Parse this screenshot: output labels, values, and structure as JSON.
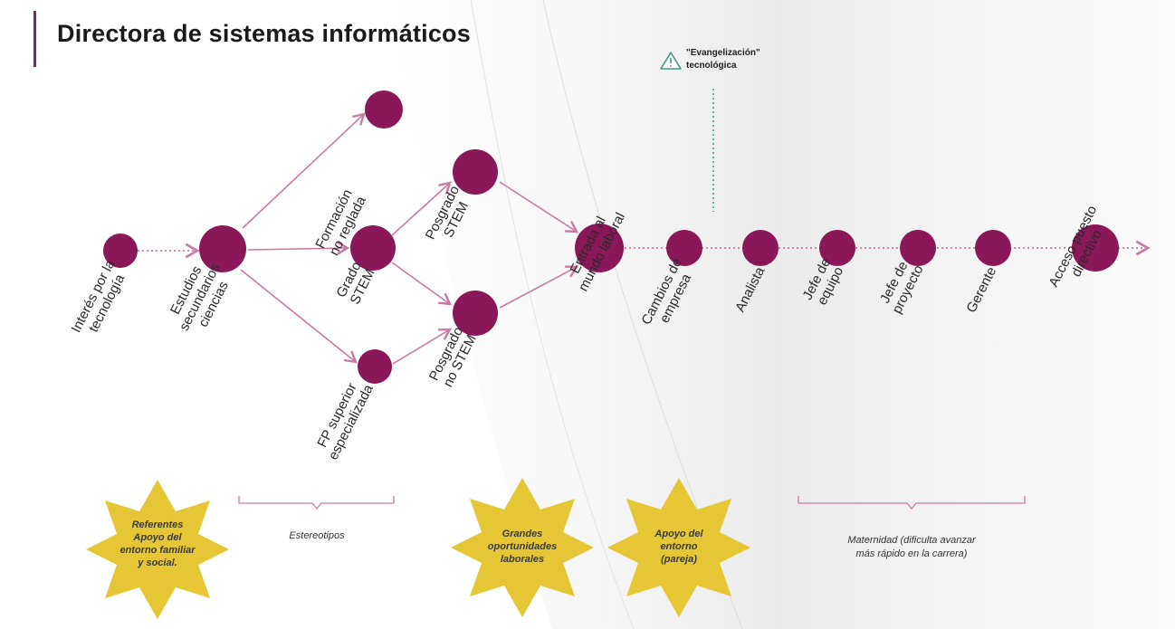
{
  "title": "Directora de sistemas informáticos",
  "colors": {
    "node": "#8a1758",
    "accent": "#8e1e5e",
    "star": "#e5c634",
    "edge": "#c77aa4"
  },
  "nodes": {
    "interes": "Interés por la\ntecnología",
    "estudios": "Estudios\nsecundarios\nciencias",
    "formacion": "Formación\nno reglada",
    "grado": "Grado\nSTEM",
    "fp": "FP superior\nespecializada",
    "posgrado_stem": "Posgrado\nSTEM",
    "posgrado_no_stem": "Posgrado\nno STEM",
    "entrada": "Entrada al\nmundo laboral",
    "cambios": "Cambios de\nempresa",
    "analista": "Analista",
    "jefe_equipo": "Jefe de\nequipo",
    "jefe_proyecto": "Jefe de\nproyecto",
    "gerente": "Gerente",
    "acceso": "Acceso puesto\ndirectivo"
  },
  "warning": {
    "icon": "warning-icon",
    "text": "\"Evangelización\"\ntecnológica"
  },
  "stars": {
    "referentes": "Referentes\nApoyo del\nentorno familiar\ny social.",
    "grandes": "Grandes\noportunidades\nlaborales",
    "apoyo": "Apoyo del\nentorno\n(pareja)"
  },
  "braces": {
    "estereotipos": "Estereotipos",
    "maternidad": "Maternidad (dificulta avanzar\nmás rápido en la carrera)"
  }
}
